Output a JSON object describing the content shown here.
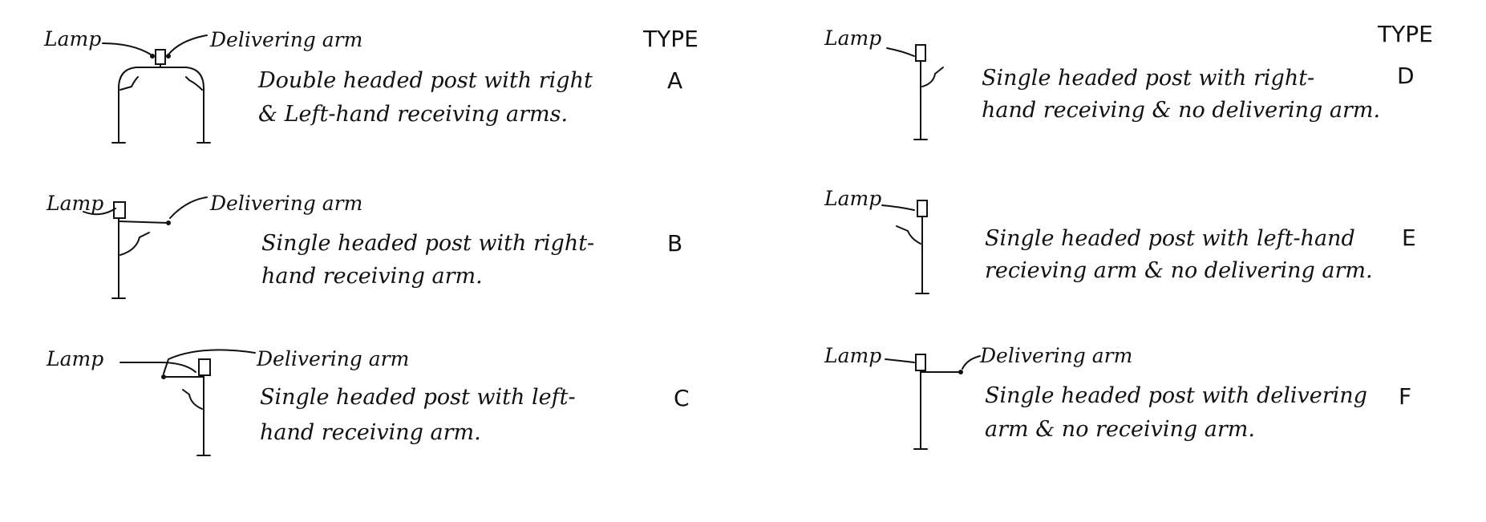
{
  "type_header": "TYPE",
  "lamp_label": "Lamp",
  "delivering_arm_label": "Delivering arm",
  "rows": [
    {
      "id": "A",
      "type": "A",
      "line1": "Double headed post with right",
      "line2": "& Left-hand receiving arms."
    },
    {
      "id": "B",
      "type": "B",
      "line1": "Single headed post with right-",
      "line2": "hand receiving arm."
    },
    {
      "id": "C",
      "type": "C",
      "line1": "Single headed post with left-",
      "line2": "hand receiving arm."
    },
    {
      "id": "D",
      "type": "D",
      "line1": "Single headed post with right-",
      "line2": "hand receiving & no delivering arm."
    },
    {
      "id": "E",
      "type": "E",
      "line1": "Single headed post with left-hand",
      "line2": "recieving arm & no delivering arm."
    },
    {
      "id": "F",
      "type": "F",
      "line1": "Single headed post with delivering",
      "line2": "arm & no receiving arm."
    }
  ]
}
